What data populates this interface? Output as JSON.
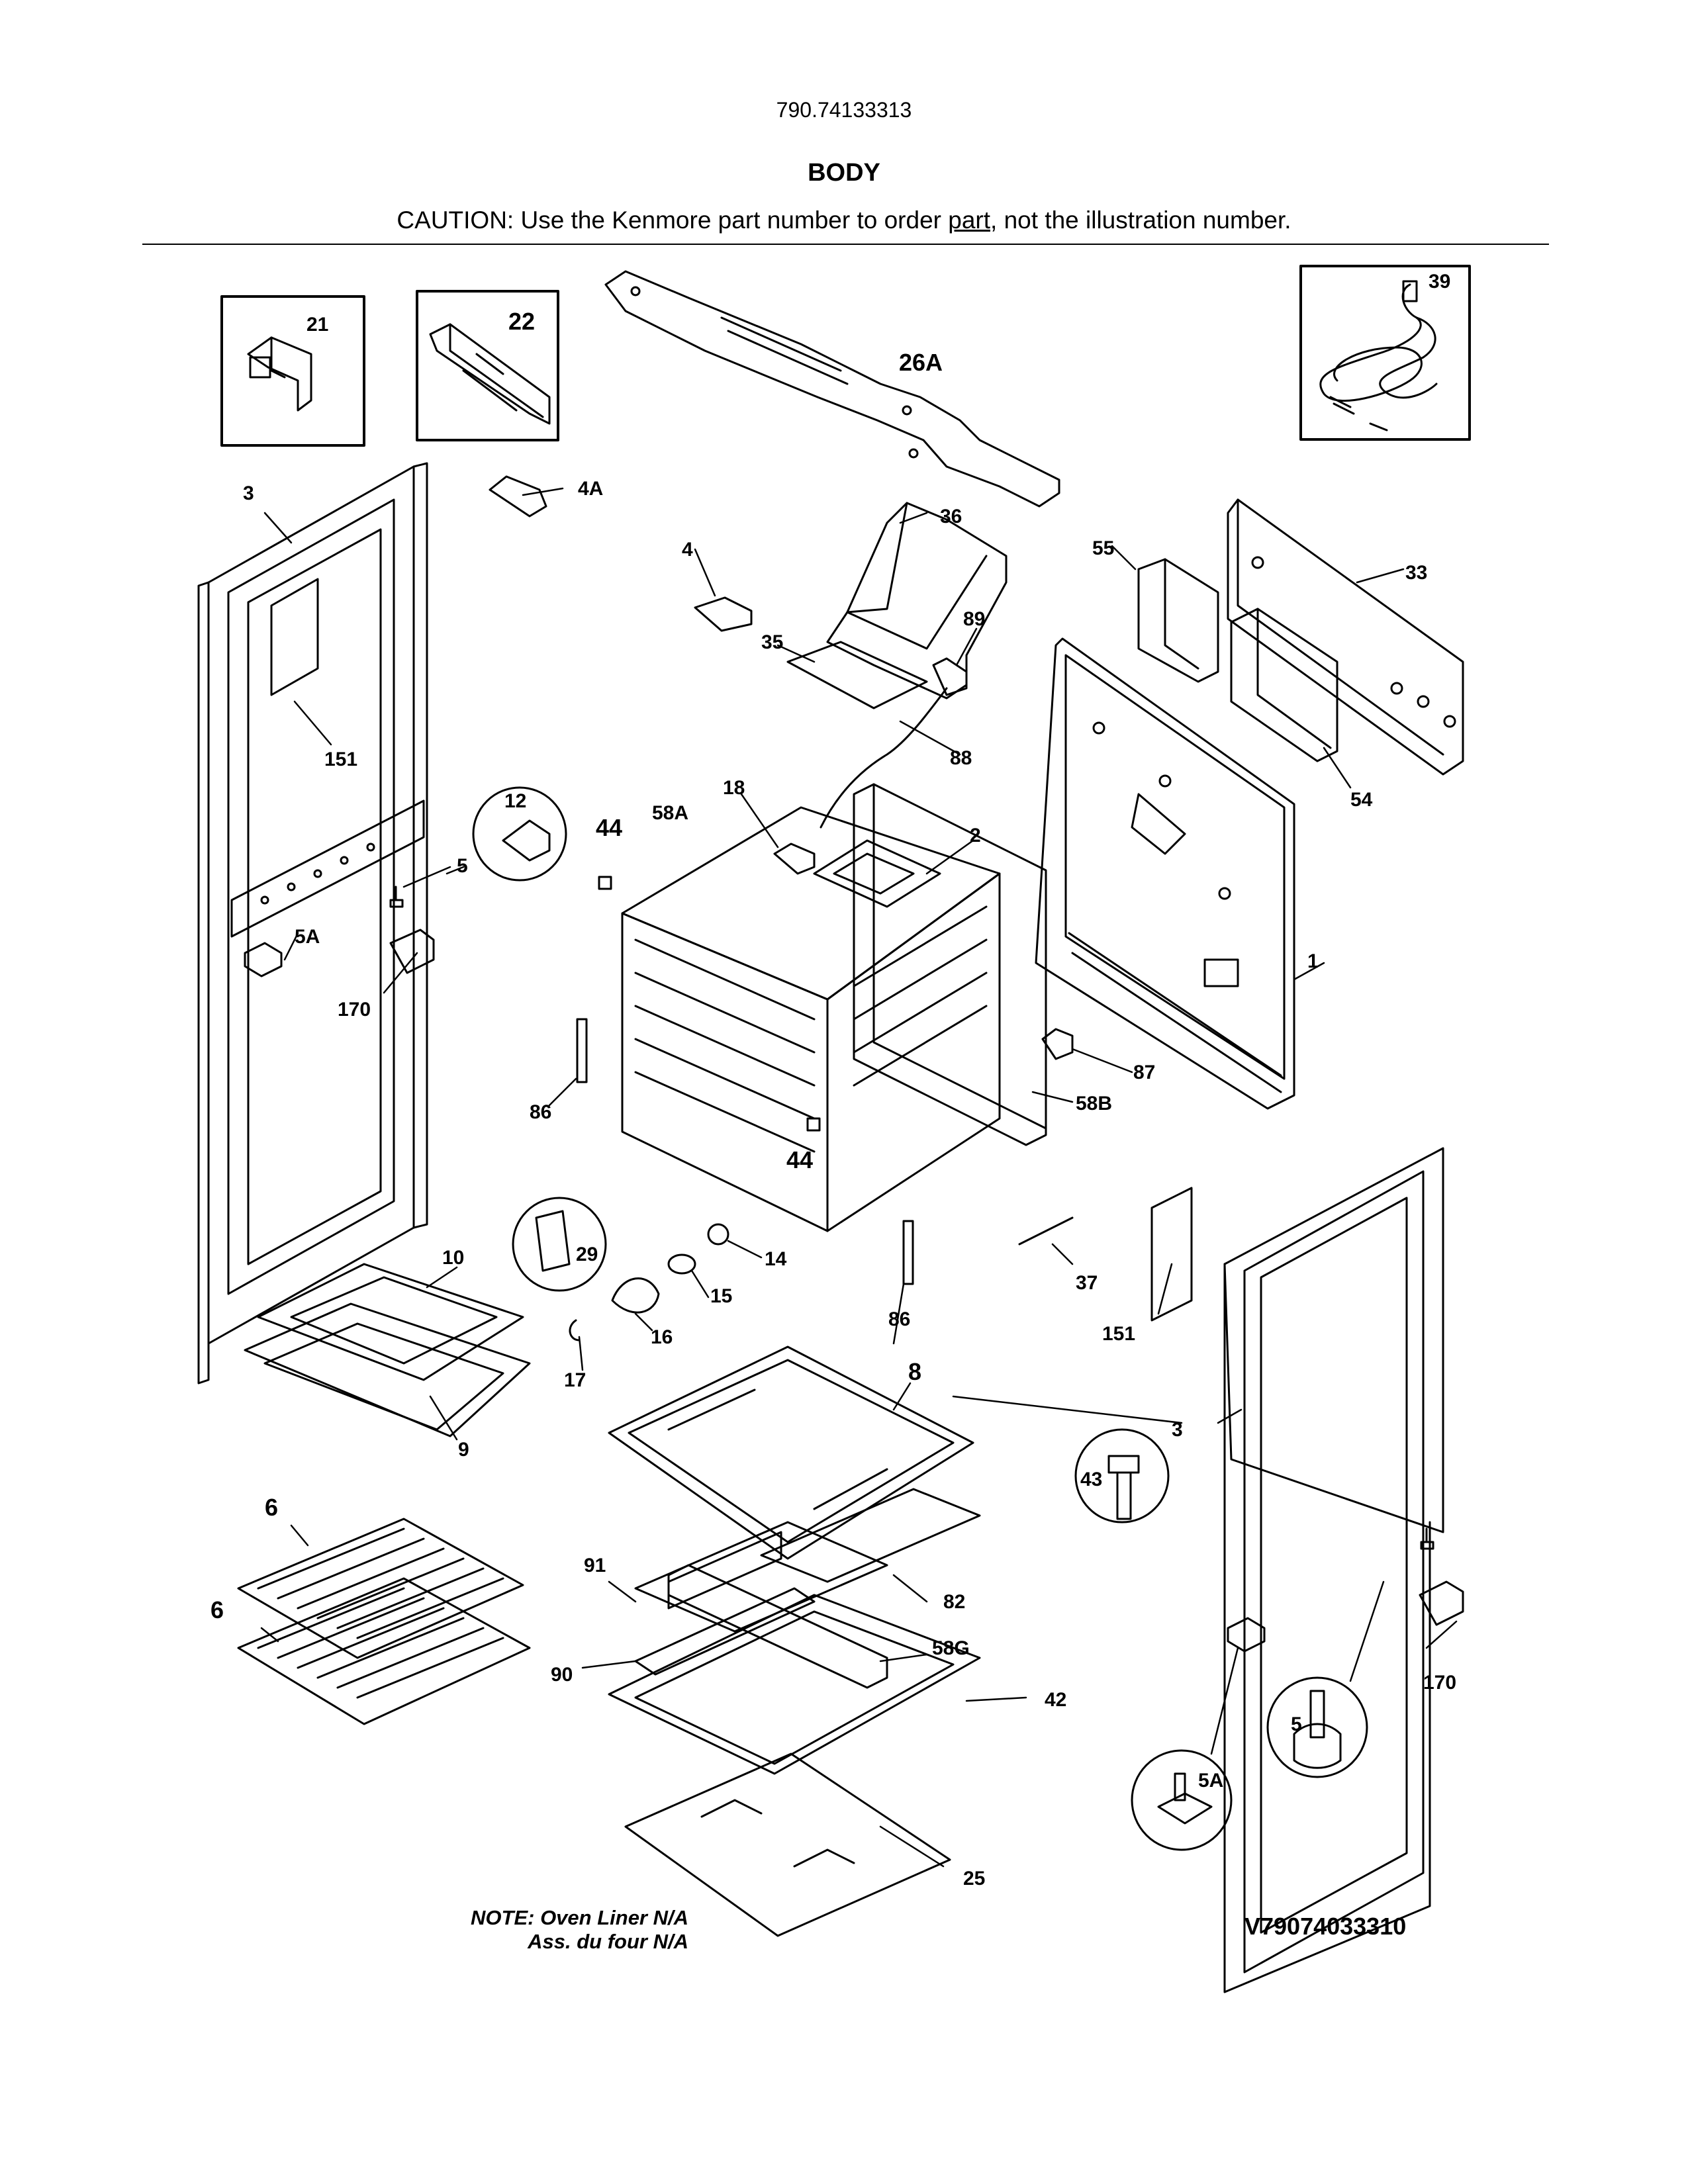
{
  "header": {
    "model": "790.74133313",
    "section": "BODY",
    "caution_before": "CAUTION: Use the Kenmore part number to order ",
    "caution_underlined": "part",
    "caution_after": ", not the illustration number."
  },
  "callouts": [
    "21",
    "22",
    "26A",
    "39",
    "4A",
    "3",
    "151",
    "5",
    "5A",
    "170",
    "36",
    "4",
    "35",
    "89",
    "88",
    "55",
    "33",
    "54",
    "12",
    "44",
    "58A",
    "18",
    "2",
    "1",
    "87",
    "58B",
    "86",
    "44",
    "29",
    "10",
    "14",
    "15",
    "16",
    "17",
    "9",
    "86",
    "37",
    "151",
    "8",
    "43",
    "3",
    "6",
    "6",
    "91",
    "82",
    "58G",
    "90",
    "42",
    "25",
    "5",
    "5A",
    "170"
  ],
  "footer": {
    "note_line1": "NOTE: Oven Liner N/A",
    "note_line2": "Ass. du four N/A",
    "diagram_code": "V79074033310"
  }
}
